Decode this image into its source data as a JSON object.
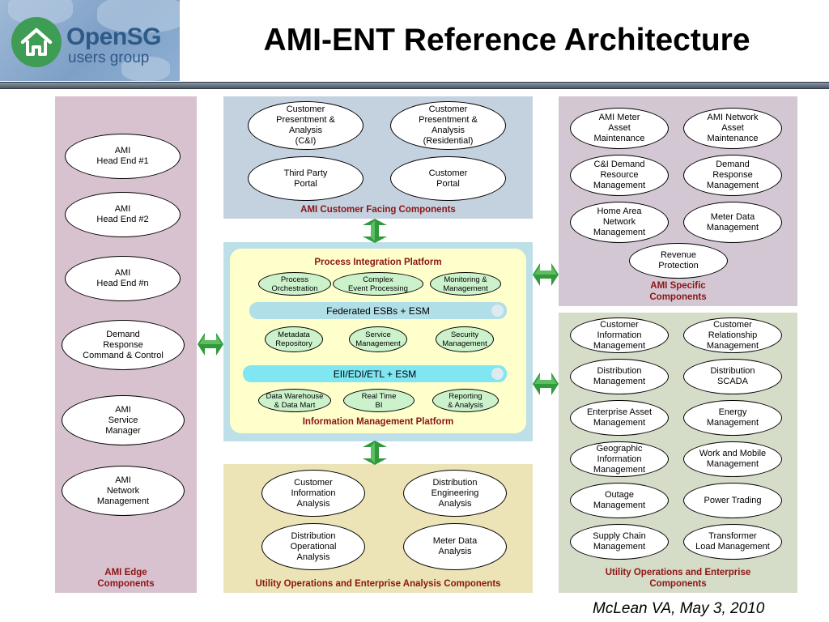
{
  "header": {
    "logo_name": "OpenSG",
    "logo_sub": "users group",
    "title": "AMI-ENT Reference Architecture"
  },
  "edge": {
    "ovals": [
      "AMI\nHead End #1",
      "AMI\nHead End #2",
      "AMI\nHead End #n",
      "Demand\nResponse\nCommand & Control",
      "AMI\nService\nManager",
      "AMI\nNetwork\nManagement"
    ],
    "label": "AMI Edge\nComponents"
  },
  "customer_facing": {
    "ovals": [
      "Customer\nPresentment &\nAnalysis\n(C&I)",
      "Customer\nPresentment &\nAnalysis\n(Residential)",
      "Third Party\nPortal",
      "Customer\nPortal"
    ],
    "label": "AMI Customer Facing Components"
  },
  "middle": {
    "pip_label": "Process Integration Platform",
    "pip_pills": [
      "Process\nOrchestration",
      "Complex\nEvent  Processing",
      "Monitoring &\nManagement"
    ],
    "esb_bar": "Federated ESBs + ESM",
    "shared_pills": [
      "Metadata\nRepository",
      "Service\nManagement",
      "Security\nManagement"
    ],
    "eii_bar": "EII/EDI/ETL + ESM",
    "imp_pills": [
      "Data Warehouse\n& Data Mart",
      "Real Time\nBI",
      "Reporting\n& Analysis"
    ],
    "imp_label": "Information Management Platform"
  },
  "utility_analysis": {
    "ovals": [
      "Customer\nInformation\nAnalysis",
      "Distribution\nEngineering\nAnalysis",
      "Distribution\nOperational\nAnalysis",
      "Meter Data\nAnalysis"
    ],
    "label": "Utility Operations and Enterprise Analysis Components"
  },
  "ami_specific": {
    "ovals": [
      "AMI Meter\nAsset\nMaintenance",
      "AMI Network\nAsset\nMaintenance",
      "C&I Demand\nResource\nManagement",
      "Demand\nResponse\nManagement",
      "Home Area\nNetwork\nManagement",
      "Meter Data\nManagement",
      "Revenue\nProtection"
    ],
    "label": "AMI Specific\nComponents"
  },
  "utility_ops": {
    "ovals": [
      "Customer\nInformation\nManagement",
      "Customer\nRelationship\nManagement",
      "Distribution\nManagement",
      "Distribution\nSCADA",
      "Enterprise Asset\nManagement",
      "Energy\nManagement",
      "Geographic\nInformation\nManagement",
      "Work and Mobile\nManagement",
      "Outage\nManagement",
      "Power Trading",
      "Supply Chain\nManagement",
      "Transformer\nLoad Management"
    ],
    "label": "Utility Operations and Enterprise\nComponents"
  },
  "footer": {
    "date": "McLean VA, May 3, 2010"
  },
  "colors": {
    "edge_panel": "#d9c2d0",
    "customer_panel": "#c4d1df",
    "middle_panel": "#bde0e8",
    "analysis_panel": "#ece4b6",
    "ami_specific_panel": "#d4c7d4",
    "utility_ops_panel": "#d5dcc7",
    "label_red": "#8b1515",
    "arrow_green": "#2f9a3a"
  }
}
